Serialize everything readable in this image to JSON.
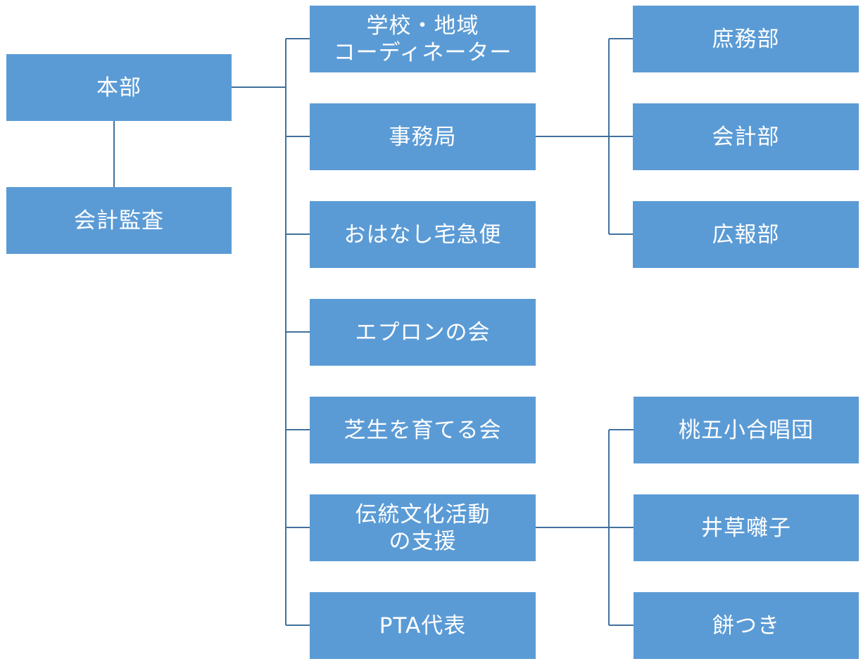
{
  "nodes": {
    "honbu": "本部",
    "kansa": "会計監査",
    "coordinator": [
      "学校・地域",
      "コーディネーター"
    ],
    "jimukyoku": "事務局",
    "ohanashi": "おはなし宅急便",
    "epron": "エプロンの会",
    "shibafu": "芝生を育てる会",
    "dento": [
      "伝統文化活動",
      "の支援"
    ],
    "pta": "PTA代表",
    "shomu": "庶務部",
    "kaikei": "会計部",
    "koho": "広報部",
    "gassho": "桃五小合唱団",
    "hayashi": "井草囃子",
    "mochi": "餅つき"
  },
  "colors": {
    "box_fill": "#5b9bd5",
    "box_text": "#ffffff",
    "connector": "#41719c"
  }
}
